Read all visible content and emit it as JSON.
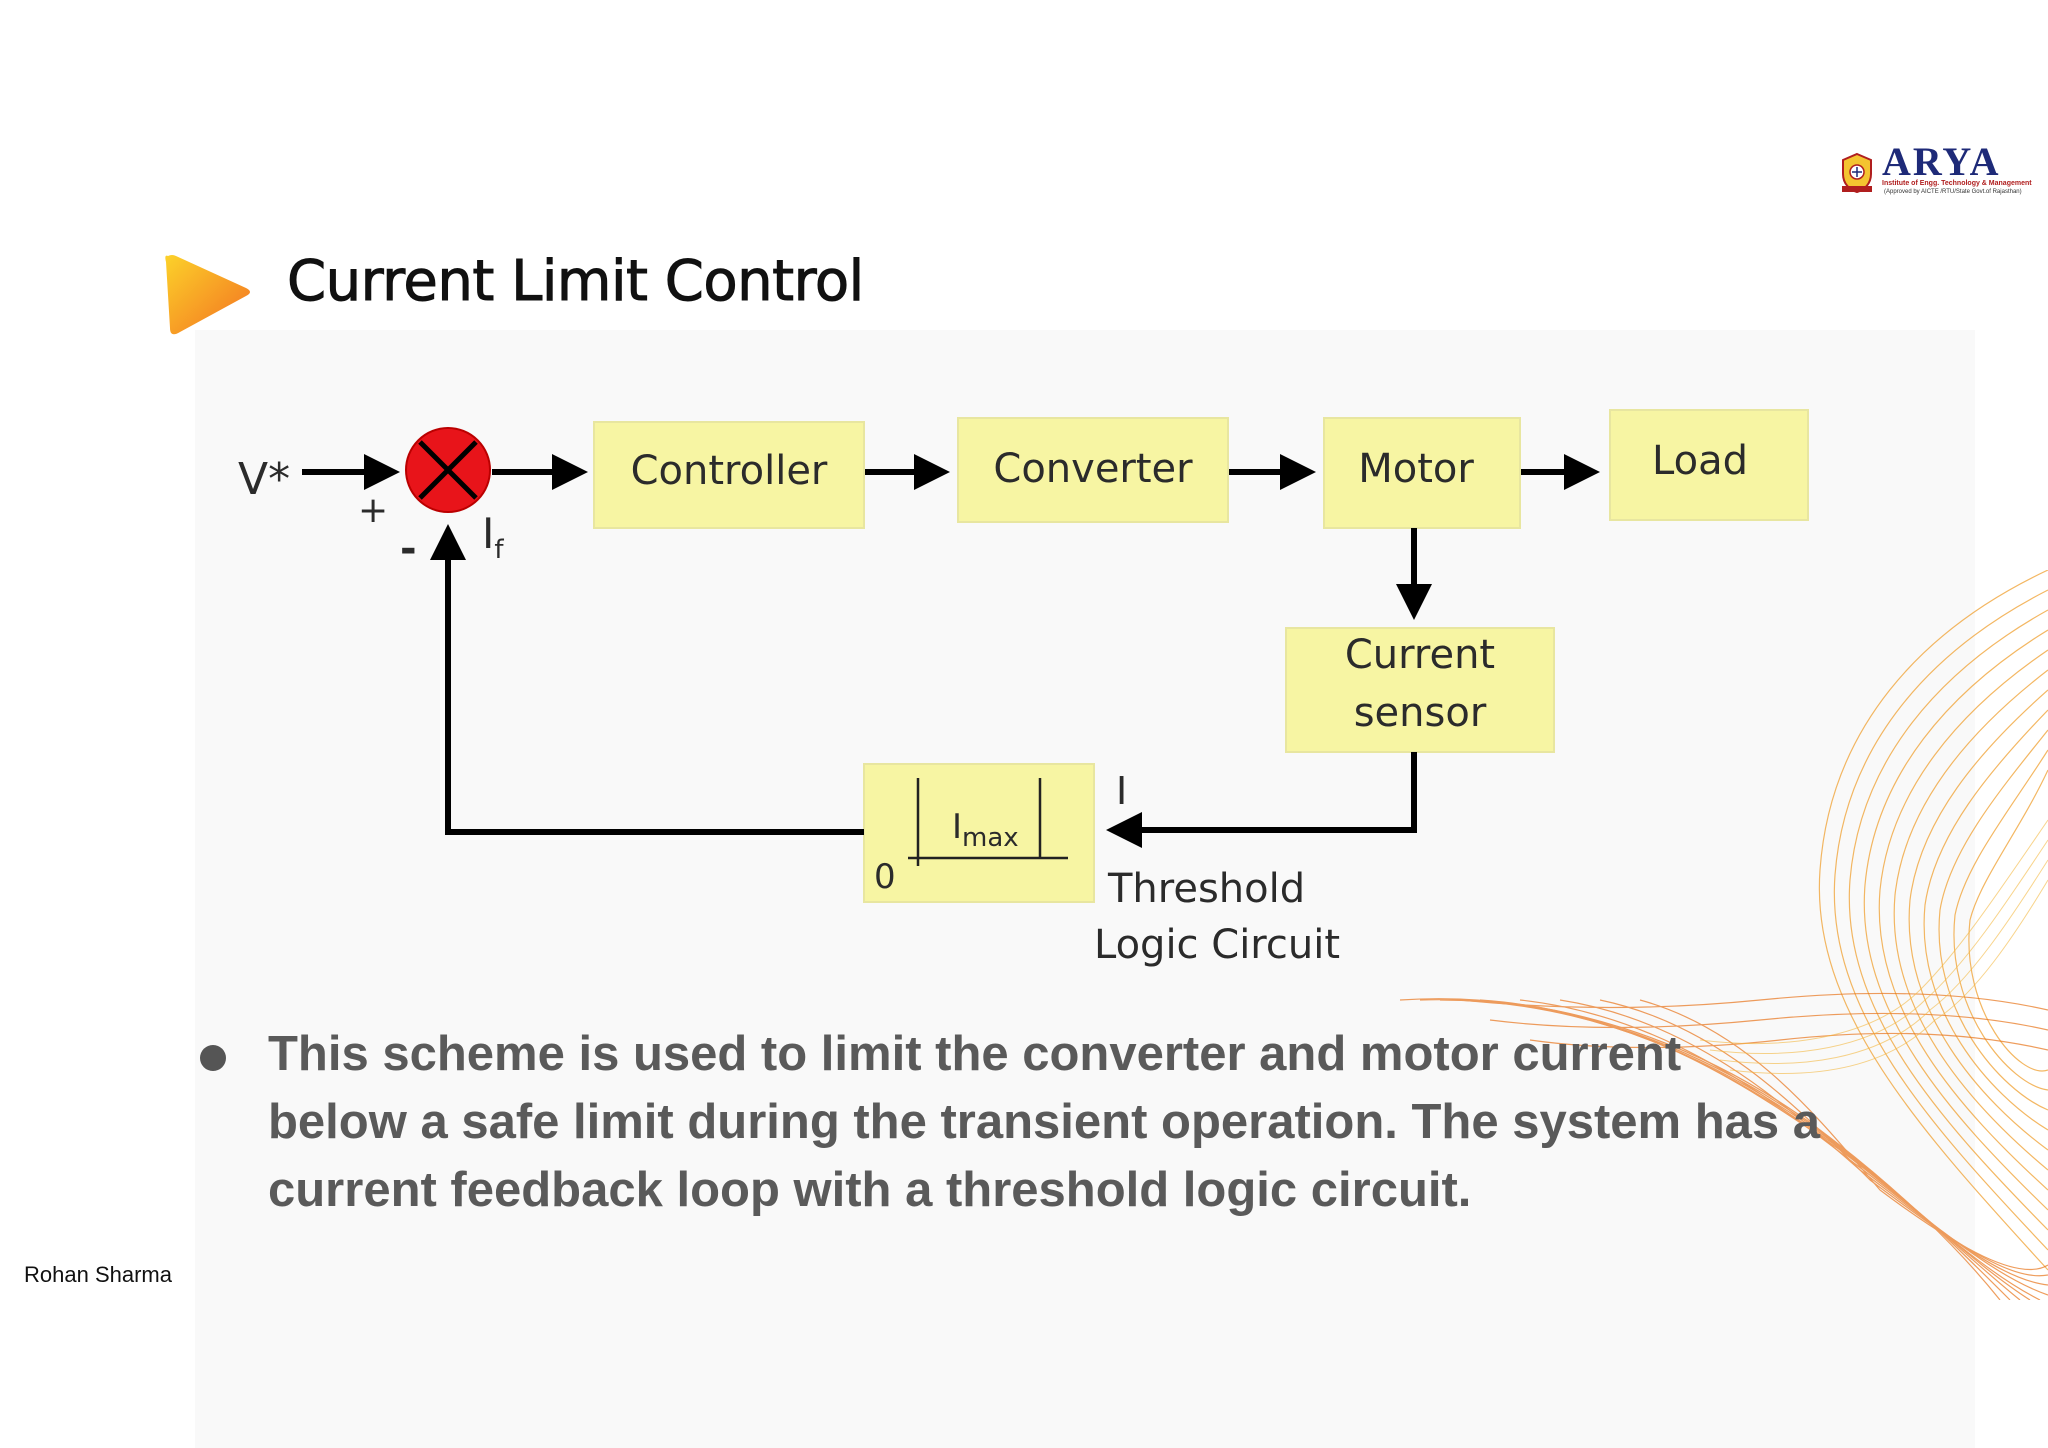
{
  "logo": {
    "wordmark": "ARYA",
    "line1": "Institute of Engg. Technology & Management",
    "line2": "(Approved by AICTE /RTU/State Govt.of Rajasthan)"
  },
  "slide": {
    "title": "Current Limit Control"
  },
  "diagram": {
    "input_label": "V*",
    "plus_sign": "+",
    "minus_sign": "-",
    "feedback_label": "I",
    "feedback_sub": "f",
    "blocks": {
      "controller": "Controller",
      "converter": "Converter",
      "motor": "Motor",
      "load": "Load",
      "sensor_line1": "Current",
      "sensor_line2": "sensor"
    },
    "threshold_block": {
      "zero": "0",
      "imax_main": "I",
      "imax_sub": "max"
    },
    "current_label": "I",
    "threshold_caption_line1": "Threshold",
    "threshold_caption_line2": "Logic Circuit",
    "colors": {
      "block_fill": "#f7f5a3",
      "summing_junction": "#e8141a"
    }
  },
  "bullet": {
    "text": "This scheme is used to limit the converter and motor current below a safe limit during the transient operation. The system has a current feedback loop with a threshold logic circuit."
  },
  "footer": {
    "author": "Rohan Sharma"
  }
}
